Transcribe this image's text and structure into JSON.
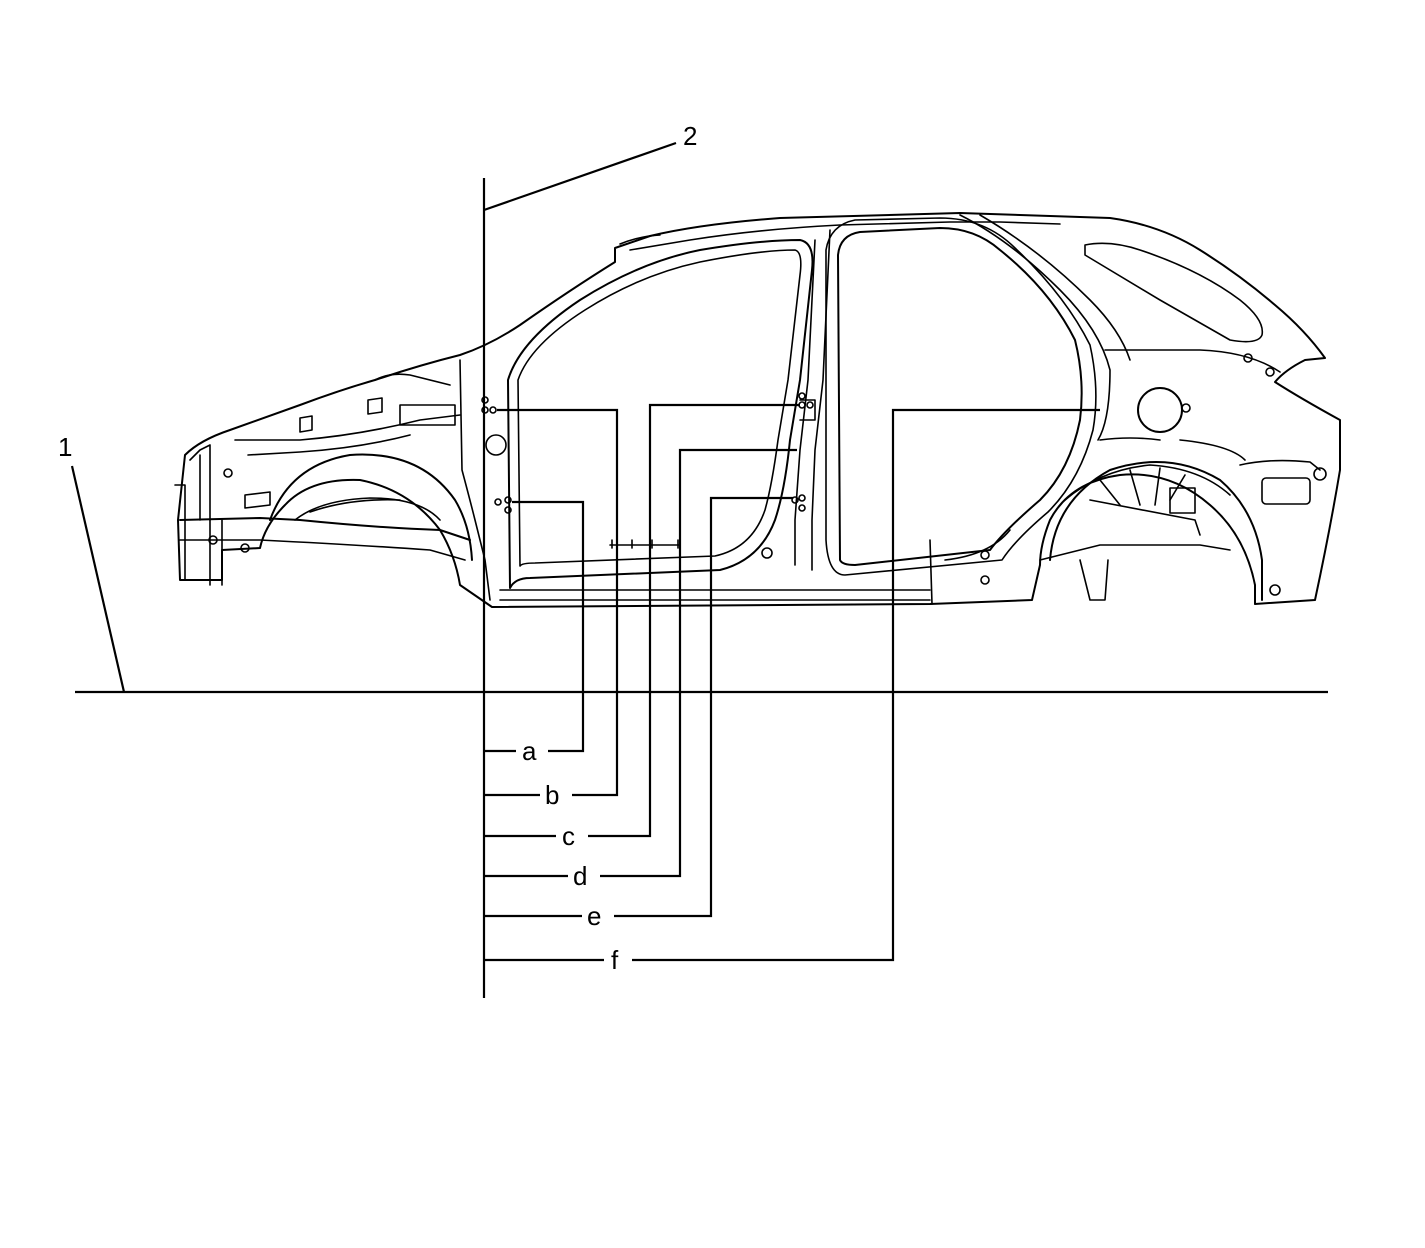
{
  "callouts": {
    "ground_line": "1",
    "vertical_datum": "2"
  },
  "dimensions": [
    {
      "letter": "a"
    },
    {
      "letter": "b"
    },
    {
      "letter": "c"
    },
    {
      "letter": "d"
    },
    {
      "letter": "e"
    },
    {
      "letter": "f"
    }
  ]
}
